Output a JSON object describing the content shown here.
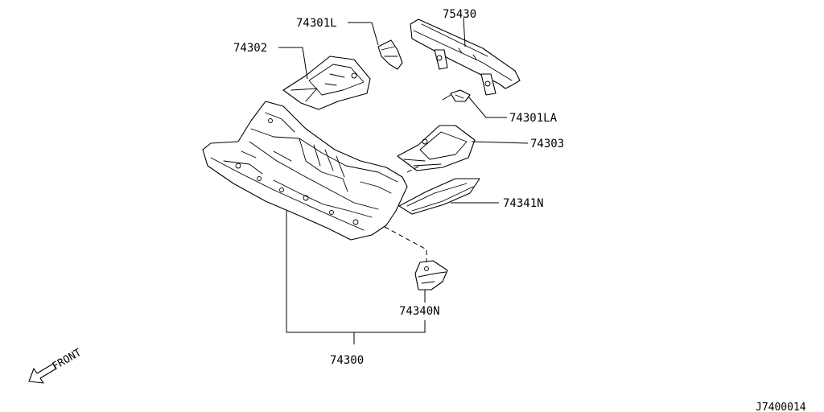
{
  "diagram": {
    "part_labels": {
      "p74301L": "74301L",
      "p75430": "75430",
      "p74302": "74302",
      "p74301LA": "74301LA",
      "p74303": "74303",
      "p74341N": "74341N",
      "p74340N": "74340N",
      "p74300": "74300"
    },
    "front_label": "FRONT",
    "reference_code": "J7400014"
  }
}
